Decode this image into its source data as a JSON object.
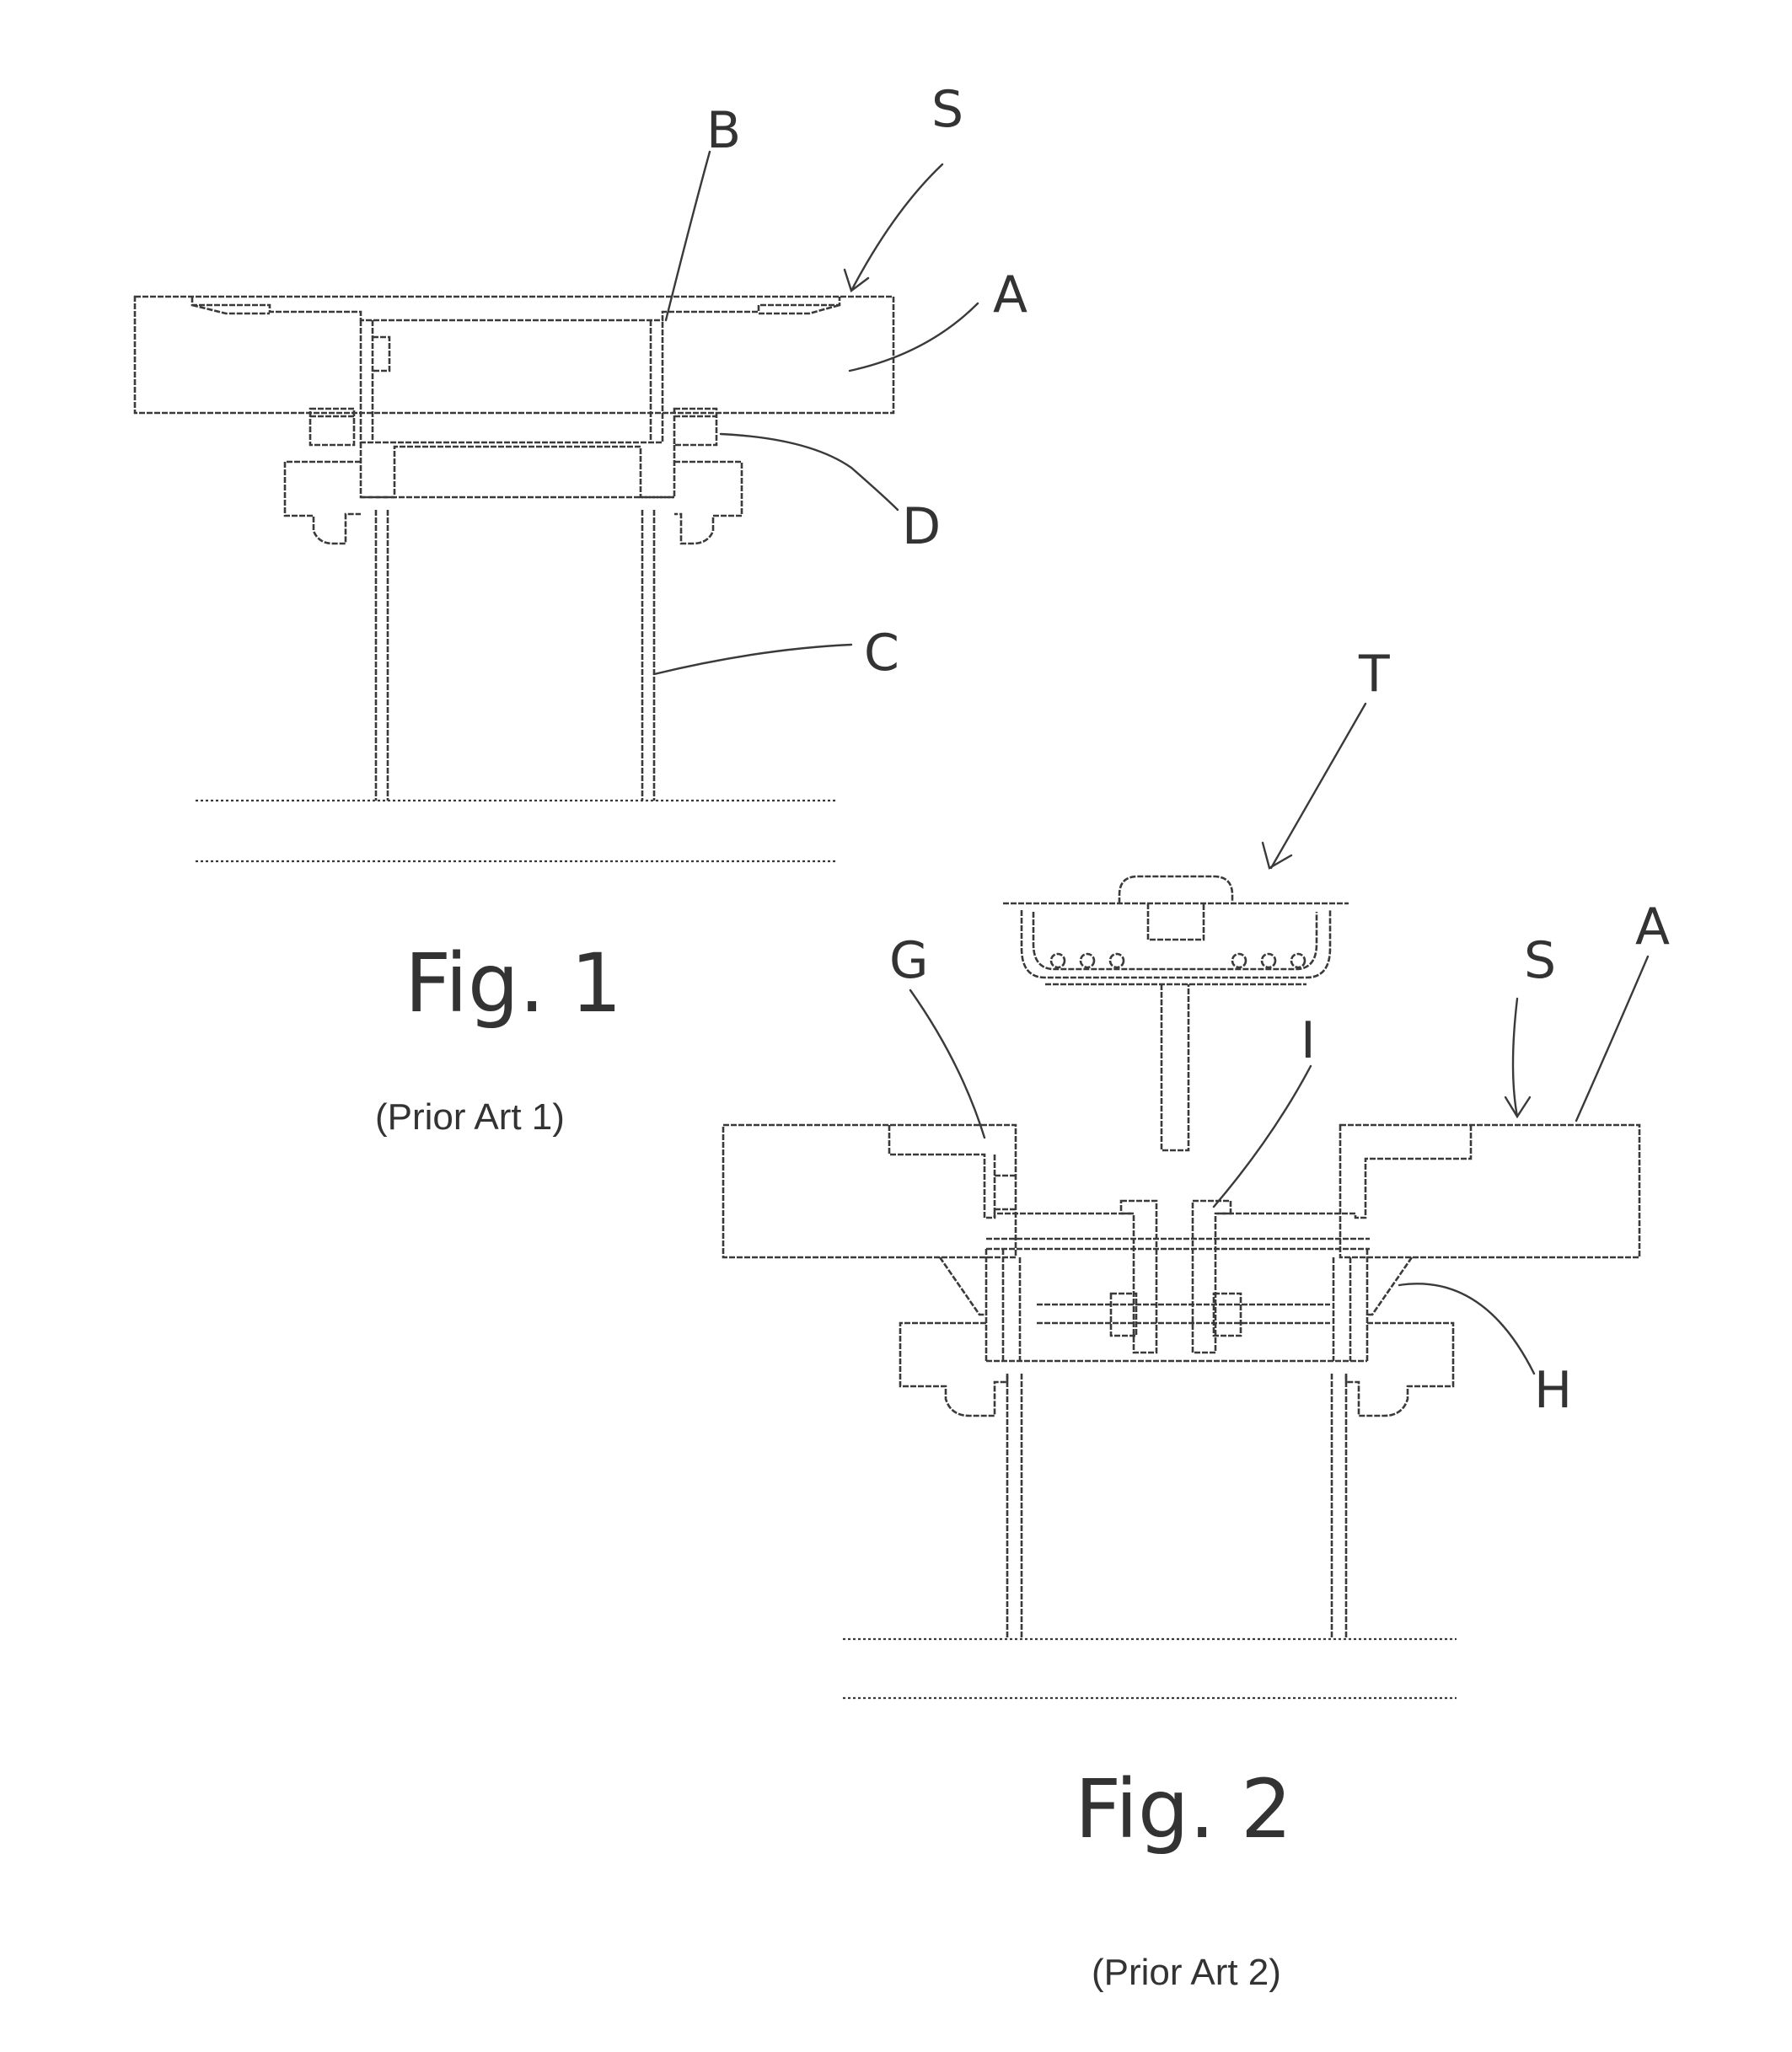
{
  "figures": [
    {
      "title": "Fig. 1",
      "caption": "(Prior Art 1)",
      "labels": {
        "S": "S",
        "B": "B",
        "A": "A",
        "D": "D",
        "C": "C"
      }
    },
    {
      "title": "Fig. 2",
      "caption": "(Prior Art 2)",
      "labels": {
        "T": "T",
        "G": "G",
        "I": "I",
        "S": "S",
        "A": "A",
        "H": "H"
      }
    }
  ],
  "colors": {
    "line": "#3a3a3a",
    "text": "#333333",
    "background": "#ffffff"
  }
}
